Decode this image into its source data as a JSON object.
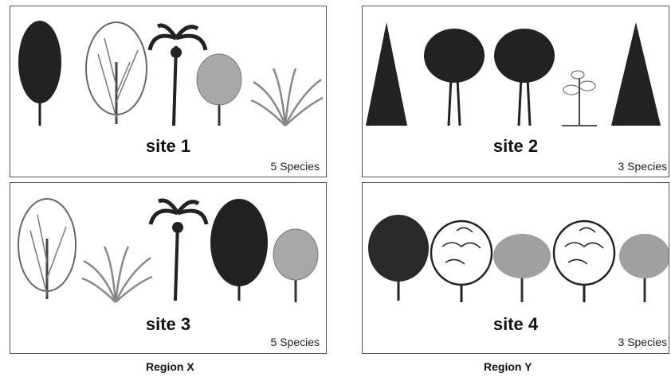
{
  "sites": [
    {
      "title": "site 1",
      "species": "5 Species"
    },
    {
      "title": "site 2",
      "species": "3 Species"
    },
    {
      "title": "site 3",
      "species": "5 Species"
    },
    {
      "title": "site 4",
      "species": "3 Species"
    }
  ],
  "regions": [
    "Region X",
    "Region Y"
  ],
  "colors": {
    "dark": "#222222",
    "light": "#9a9a9a",
    "border": "#555555"
  }
}
